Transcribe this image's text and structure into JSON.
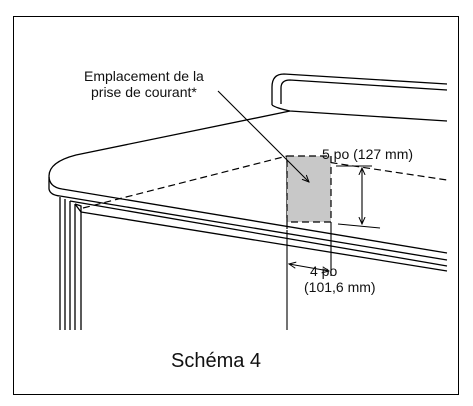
{
  "figure": {
    "outlet_label_line1": "Emplacement de la",
    "outlet_label_line2": "prise de courant*",
    "vertical_dimension": "5 po (127 mm)",
    "horizontal_dimension_line1": "4 po",
    "horizontal_dimension_line2": "(101,6 mm)",
    "caption": "Schéma 4"
  },
  "colors": {
    "stroke": "#000000",
    "outlet_area_fill": "#c8c8c8",
    "background": "#ffffff"
  }
}
